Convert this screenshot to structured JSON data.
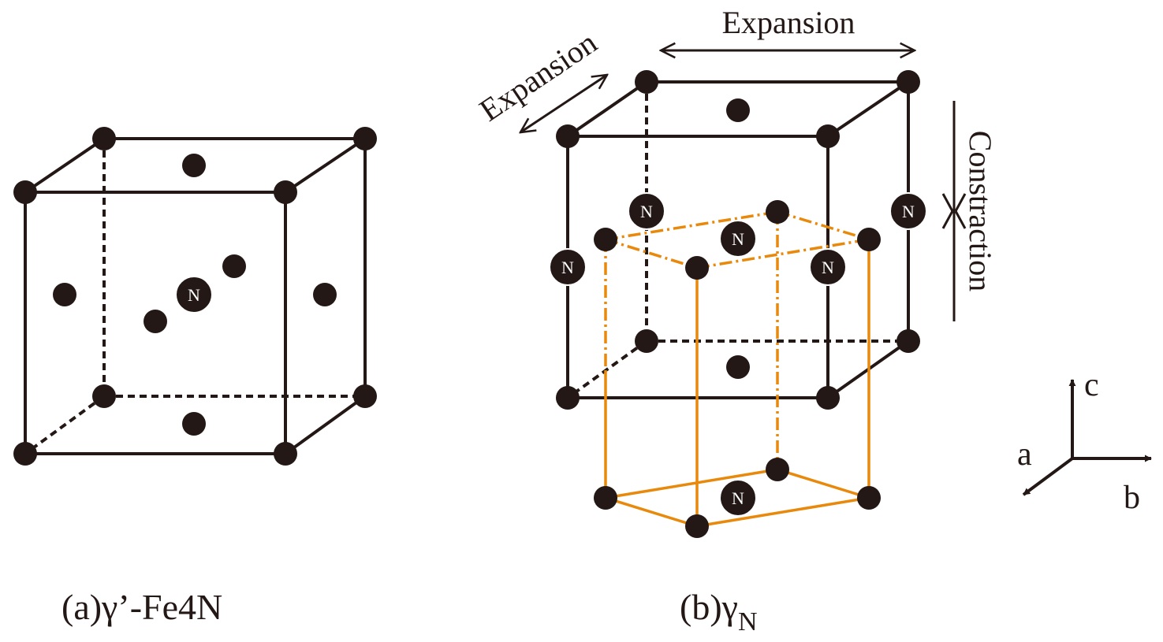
{
  "colors": {
    "ink": "#231815",
    "orange": "#e8890c",
    "white": "#ffffff"
  },
  "labels": {
    "caption_a": "(a)γ’-Fe4N",
    "caption_b_main": "(b)γ",
    "caption_b_sub": "N",
    "expansion_top": "Expansion",
    "expansion_side": "Expansion",
    "contraction": "Constraction",
    "nitrogen": "N",
    "axis_a": "a",
    "axis_b": "b",
    "axis_c": "c"
  }
}
